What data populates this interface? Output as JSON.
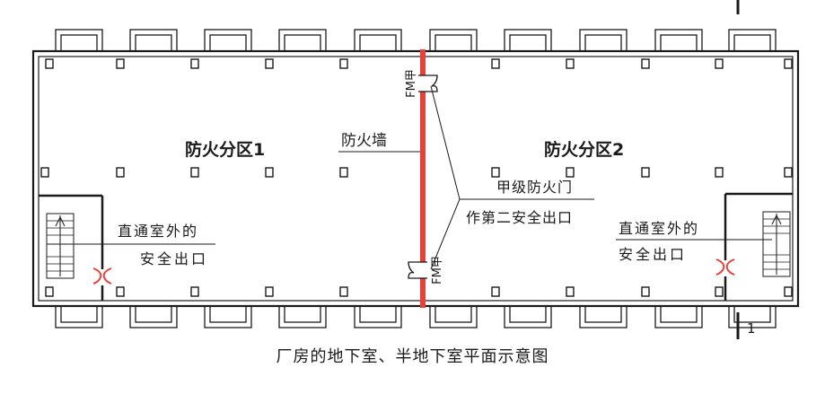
{
  "diagram": {
    "zone_left_label": "防火分区1",
    "zone_right_label": "防火分区2",
    "firewall_label": "防火墙",
    "door_label_line1": "甲级防火门",
    "door_label_line2": "作第二安全出口",
    "exit_left_line1": "直通室外的",
    "exit_left_line2": "安全出口",
    "exit_right_line1": "直通室外的",
    "exit_right_line2": "安全出口",
    "door_code_top": "FM甲",
    "door_code_bottom": "FM甲",
    "section_mark": "1",
    "caption": "厂房的地下室、半地下室平面示意图",
    "colors": {
      "firewall": "#e8413a",
      "line": "#1a1a1a"
    }
  }
}
